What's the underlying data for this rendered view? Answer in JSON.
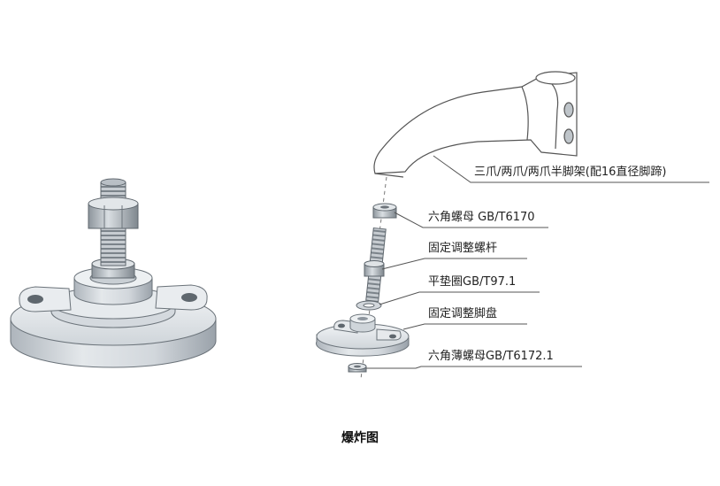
{
  "diagram": {
    "caption": "爆炸图",
    "callouts": {
      "bracket": "三爪/两爪/两爪半脚架(配16直径脚蹄)",
      "hex_nut": "六角螺母 GB/T6170",
      "screw_rod": "固定调整螺杆",
      "flat_washer": "平垫圈GB/T97.1",
      "foot_base": "固定调整脚盘",
      "thin_nut": "六角薄螺母GB/T6172.1"
    }
  },
  "colors": {
    "line": "#555555",
    "metal_light": "#e3e7ea",
    "metal_mid": "#c3c9cf",
    "metal_dark": "#8e969e",
    "thread": "#6d747b",
    "bracket_fill": "#ffffff"
  }
}
